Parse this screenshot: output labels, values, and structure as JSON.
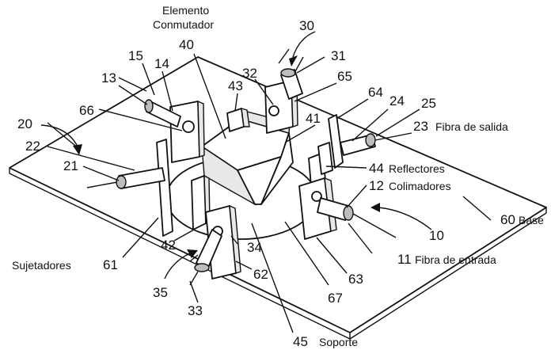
{
  "figure": {
    "component_labels": {
      "elemento": "Elemento",
      "conmutador": "Conmutador",
      "fibra_salida": "Fibra de salida",
      "reflectores": "Reflectores",
      "colimadores": "Colimadores",
      "base": "Base",
      "fibra_entrada": "Fibra de entrada",
      "sujetadores": "Sujetadores",
      "soporte": "Soporte"
    },
    "numerals": {
      "n10": "10",
      "n11": "11",
      "n12": "12",
      "n13": "13",
      "n14": "14",
      "n15": "15",
      "n20": "20",
      "n21": "21",
      "n22": "22",
      "n23": "23",
      "n24": "24",
      "n25": "25",
      "n30": "30",
      "n31": "31",
      "n32": "32",
      "n33": "33",
      "n34": "34",
      "n35": "35",
      "n40": "40",
      "n41": "41",
      "n42": "42",
      "n43": "43",
      "n44": "44",
      "n45": "45",
      "n60": "60",
      "n61": "61",
      "n62": "62",
      "n63": "63",
      "n64": "64",
      "n65": "65",
      "n66": "66",
      "n67": "67"
    }
  }
}
